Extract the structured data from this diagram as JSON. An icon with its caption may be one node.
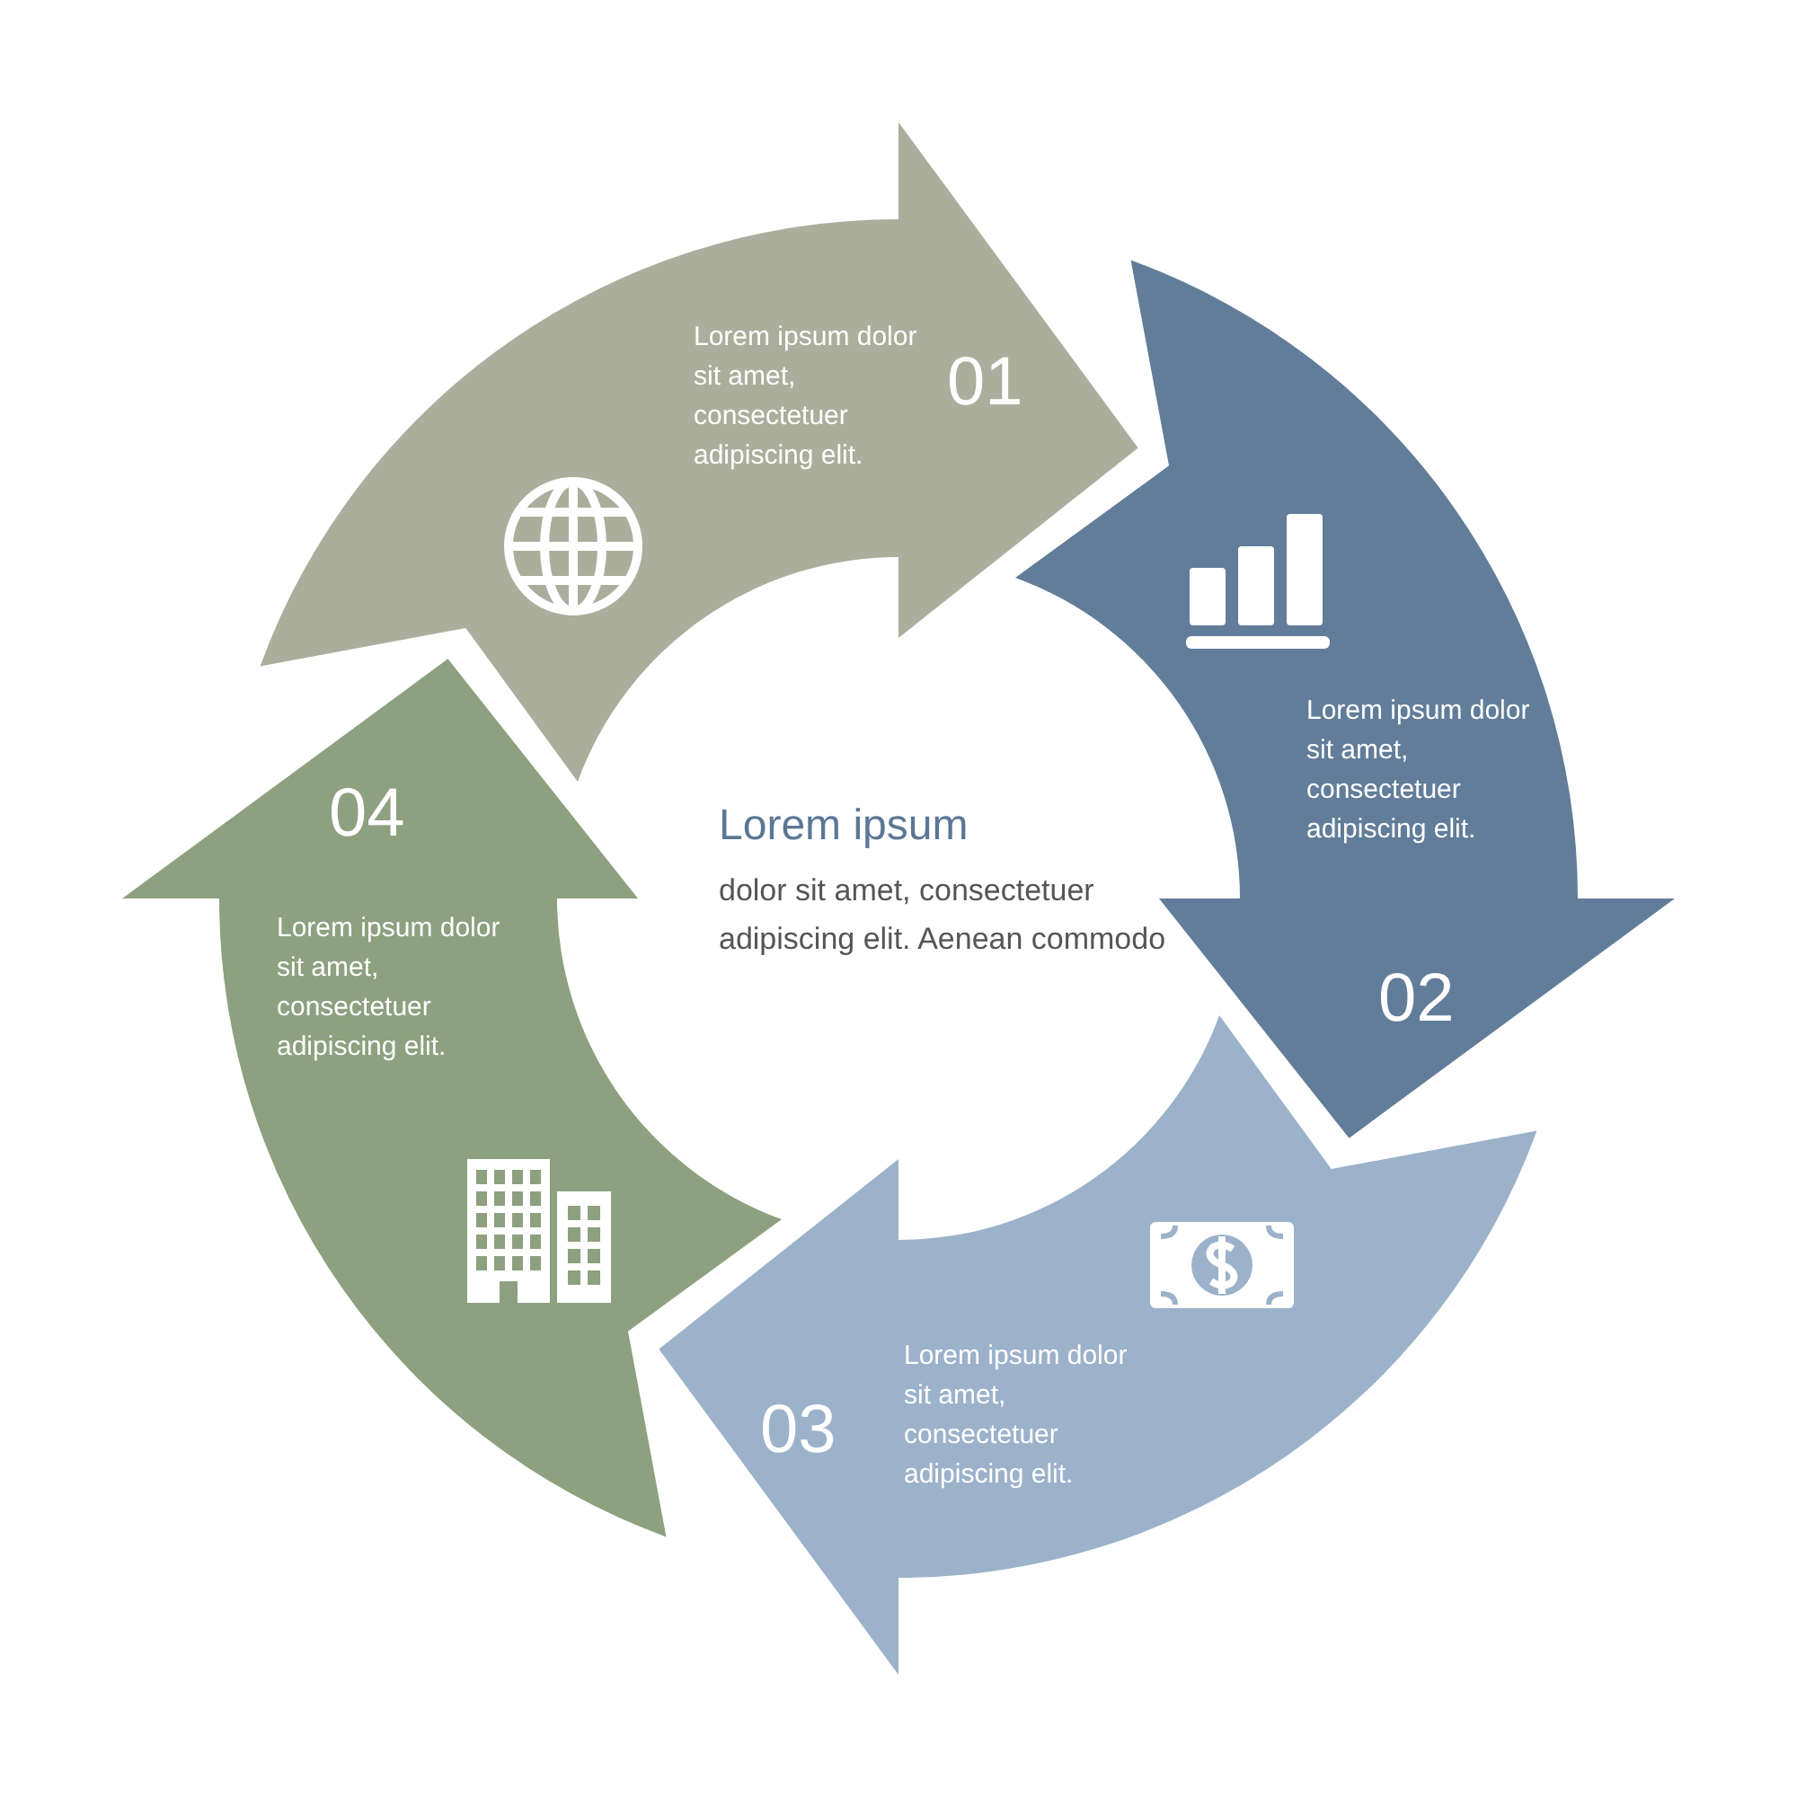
{
  "diagram": {
    "nodes": [
      {
        "text": [
          "Lorem ipsum dolor sit amet, consectetuer adipiscing elit.",
          "01"
        ]
      },
      {
        "text": [
          "Lorem ipsum dolor sit amet, consectetuer adipiscing elit.",
          "02"
        ]
      },
      {
        "text": [
          "03",
          "Lorem ipsum dolor sit amet, consectetuer adipiscing elit."
        ]
      },
      {
        "text": [
          "04",
          "Lorem ipsum dolor sit amet, consectetuer adipiscing elit."
        ]
      },
      {
        "text": [
          "Lorem ipsum",
          "dolor sit amet, consectetuer adipiscing elit. Aenean commodo"
        ]
      }
    ]
  }
}
